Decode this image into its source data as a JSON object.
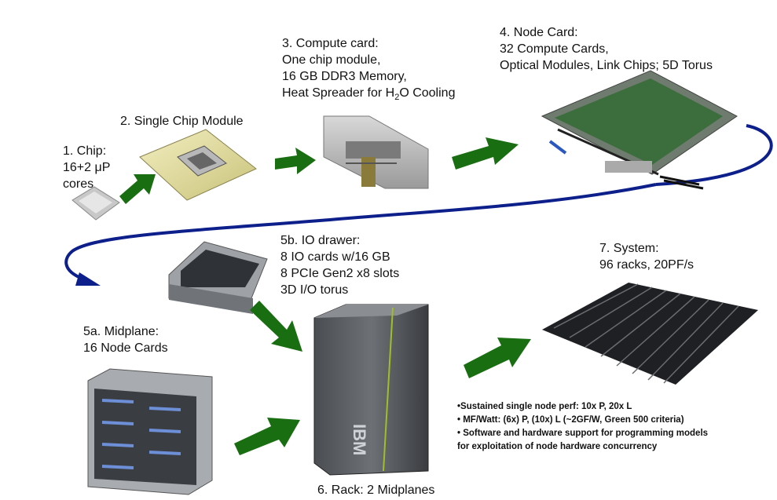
{
  "stages": {
    "chip": {
      "lines": [
        "1. Chip:",
        "16+2 μP",
        "cores"
      ]
    },
    "scm": {
      "title": "2. Single Chip Module"
    },
    "compute_card": {
      "title": "3. Compute card:",
      "line1": "One chip module,",
      "line2": "16 GB DDR3 Memory,",
      "line3_pre": "Heat Spreader for H",
      "line3_sub1": "2",
      "line3_mid": "O Cooling"
    },
    "node_card": {
      "title": "4. Node Card:",
      "line1": "32 Compute Cards,",
      "line2": "Optical Modules, Link Chips; 5D Torus"
    },
    "io_drawer": {
      "title": "5b. IO drawer:",
      "line1": "8 IO cards w/16 GB",
      "line2": "8 PCIe Gen2 x8 slots",
      "line3": "3D I/O torus"
    },
    "midplane": {
      "title": "5a. Midplane:",
      "line1": "16 Node Cards"
    },
    "rack": {
      "title": "6. Rack: 2 Midplanes",
      "logo": "IBM"
    },
    "system": {
      "title": "7. System:",
      "line1": "96 racks, 20PF/s"
    }
  },
  "notes": [
    "•Sustained single node perf:  10x P, 20x L",
    "• MF/Watt:  (6x) P, (10x) L (~2GF/W, Green 500 criteria)",
    "• Software and hardware support for programming models",
    "for exploitation of node hardware  concurrency"
  ],
  "colors": {
    "arrow": "#1a6e12",
    "flow_curve": "#0d1f8a"
  }
}
